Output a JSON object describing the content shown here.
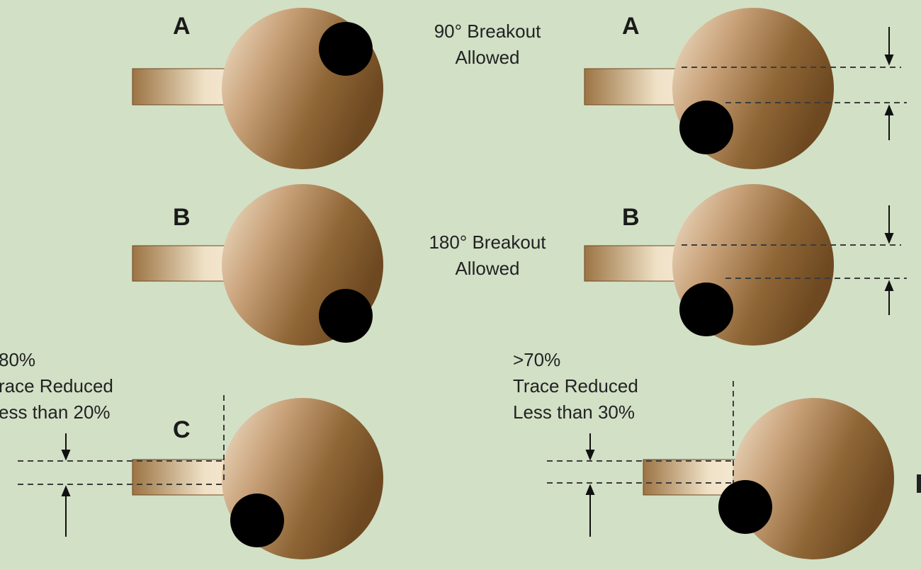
{
  "colors": {
    "background": "#d2e0c6",
    "pad_light": "#f1e4cc",
    "pad_dark": "#6d4820",
    "hole": "#000000",
    "dash": "#3c3c3c"
  },
  "labels": {
    "left_a": "A",
    "left_b": "B",
    "left_c": "C",
    "right_a": "A",
    "right_b": "B"
  },
  "notes": {
    "breakout_90_line1": "90° Breakout",
    "breakout_90_line2": "Allowed",
    "breakout_180_line1": "180° Breakout",
    "breakout_180_line2": "Allowed",
    "left_c_line1": "80%",
    "left_c_line2": "race Reduced",
    "left_c_line3": "ess than 20%",
    "right_c_line1": ">70%",
    "right_c_line2": "Trace Reduced",
    "right_c_line3": "Less than 30%"
  }
}
